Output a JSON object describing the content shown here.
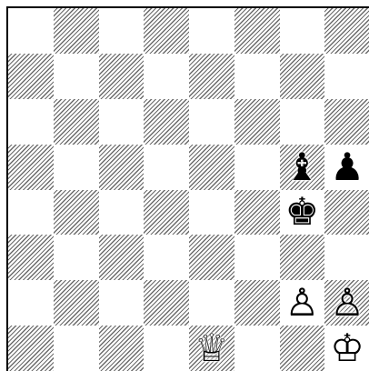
{
  "board": {
    "ranks": [
      [
        "",
        "",
        "",
        "",
        "",
        "",
        "",
        ""
      ],
      [
        "",
        "",
        "",
        "",
        "",
        "",
        "",
        ""
      ],
      [
        "",
        "",
        "",
        "",
        "",
        "",
        "",
        ""
      ],
      [
        "",
        "",
        "",
        "",
        "",
        "",
        "b",
        "p"
      ],
      [
        "",
        "",
        "",
        "",
        "",
        "",
        "k",
        ""
      ],
      [
        "",
        "",
        "",
        "",
        "",
        "",
        "",
        ""
      ],
      [
        "",
        "",
        "",
        "",
        "",
        "",
        "P",
        "P"
      ],
      [
        "",
        "",
        "",
        "",
        "Q",
        "",
        "",
        "K"
      ]
    ],
    "dark_square_style": "diagonal-hatch",
    "light_square_color": "#ffffff",
    "hatch_color": "#6a6a6a"
  },
  "piece_glyphs": {
    "K": "♔",
    "Q": "♕",
    "R": "♖",
    "B": "♗",
    "N": "♘",
    "P": "♙",
    "k": "♚",
    "q": "♛",
    "r": "♜",
    "b": "♝",
    "n": "♞",
    "p": "♟"
  },
  "piece_names": {
    "K": "white-king",
    "Q": "white-queen",
    "R": "white-rook",
    "B": "white-bishop",
    "N": "white-knight",
    "P": "white-pawn",
    "k": "black-king",
    "q": "black-queen",
    "r": "black-rook",
    "b": "black-bishop",
    "n": "black-knight",
    "p": "black-pawn"
  }
}
